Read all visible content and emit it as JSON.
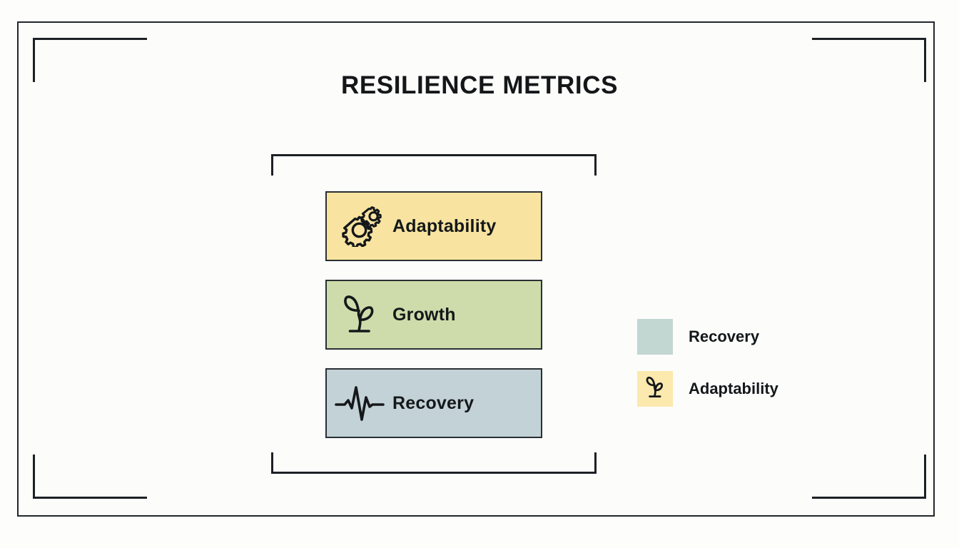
{
  "page": {
    "title": "RESILIENCE METRICS",
    "background_color": "#fdfdfc",
    "line_color": "#1d2024"
  },
  "metrics": [
    {
      "label": "Adaptability",
      "icon": "gears-icon",
      "color": "#f8e4a0"
    },
    {
      "label": "Growth",
      "icon": "sprout-icon",
      "color": "#cedcab"
    },
    {
      "label": "Recovery",
      "icon": "pulse-icon",
      "color": "#c2d2d7"
    }
  ],
  "legend": [
    {
      "label": "Recovery",
      "color": "#c2d6d2",
      "icon": "none"
    },
    {
      "label": "Adaptability",
      "color": "#fbe9ad",
      "icon": "sprout-icon"
    }
  ]
}
